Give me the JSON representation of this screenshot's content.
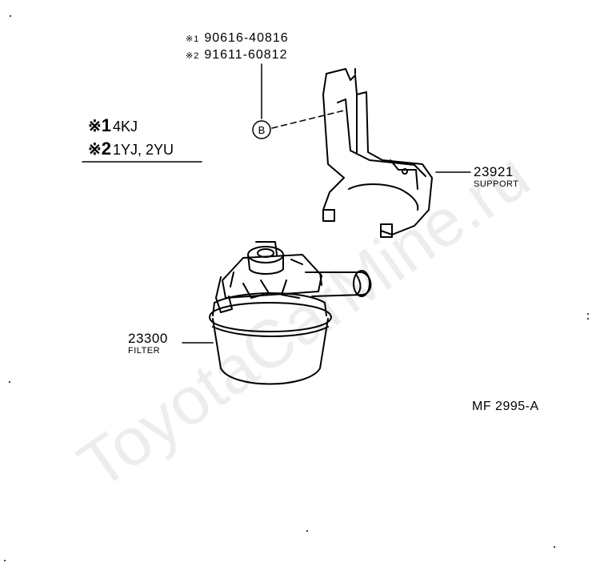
{
  "bolt_spec": {
    "lines": [
      {
        "mark": "※1",
        "part": "90616-40816"
      },
      {
        "mark": "※2",
        "part": "91611-60812"
      }
    ],
    "callout_letter": "B"
  },
  "legend": {
    "lines": [
      {
        "mark": "※",
        "num": "1",
        "text": "4KJ"
      },
      {
        "mark": "※",
        "num": "2",
        "text": "1YJ, 2YU"
      }
    ]
  },
  "parts": {
    "support": {
      "number": "23921",
      "name": "SUPPORT"
    },
    "filter": {
      "number": "23300",
      "name": "FILTER"
    }
  },
  "diagram_code": "MF 2995-A",
  "watermark": "ToyotaCarMine.ru"
}
